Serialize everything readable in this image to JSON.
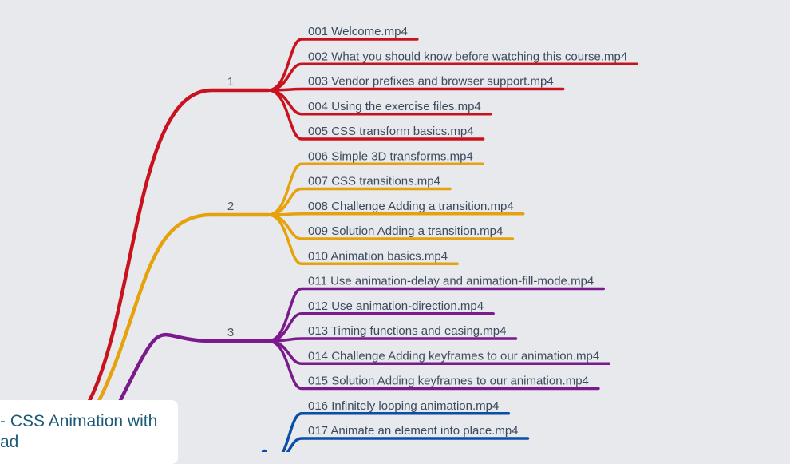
{
  "root": {
    "line1": "- CSS Animation with",
    "line2": "ad"
  },
  "branches": [
    {
      "label": "1",
      "color": "#c8121e",
      "leaves": [
        "001 Welcome.mp4",
        "002 What you should know before watching this course.mp4",
        "003 Vendor prefixes and browser support.mp4",
        "004 Using the exercise files.mp4",
        "005 CSS transform basics.mp4"
      ]
    },
    {
      "label": "2",
      "color": "#e5a20d",
      "leaves": [
        "006 Simple 3D transforms.mp4",
        "007 CSS transitions.mp4",
        "008 Challenge Adding a transition.mp4",
        "009 Solution Adding a transition.mp4",
        "010 Animation basics.mp4"
      ]
    },
    {
      "label": "3",
      "color": "#7a1a8c",
      "leaves": [
        "011 Use animation-delay and animation-fill-mode.mp4",
        "012 Use animation-direction.mp4",
        "013 Timing functions and easing.mp4",
        "014 Challenge Adding keyframes to our animation.mp4",
        "015 Solution Adding keyframes to our animation.mp4"
      ]
    },
    {
      "label": "",
      "color": "#0a4ea6",
      "leaves": [
        "016 Infinitely looping animation.mp4",
        "017 Animate an element into place.mp4"
      ]
    }
  ]
}
